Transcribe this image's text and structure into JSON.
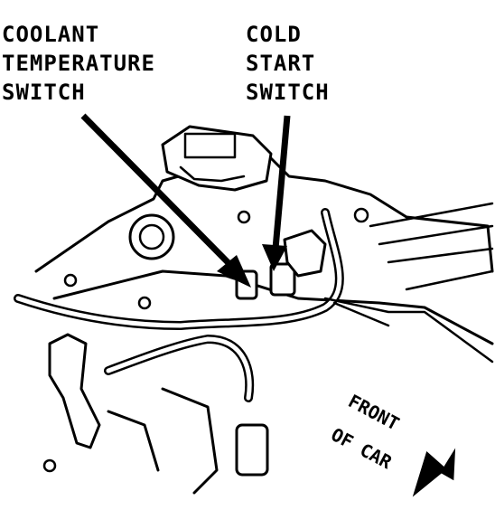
{
  "labels": {
    "coolant_switch": [
      "COOLANT",
      "TEMPERATURE",
      "SWITCH"
    ],
    "cold_start_switch": [
      "COLD",
      "START",
      "SWITCH"
    ],
    "front_of_car": [
      "FRONT",
      "OF CAR"
    ]
  },
  "colors": {
    "ink": "#000000",
    "paper": "#ffffff"
  }
}
